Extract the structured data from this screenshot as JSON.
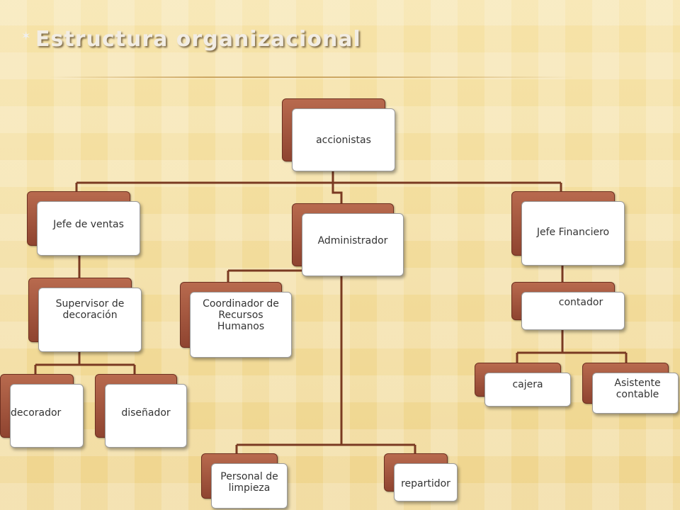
{
  "title": "Estructura organizacional",
  "nodes": {
    "accionistas": "accionistas",
    "jefe_ventas": "Jefe de ventas",
    "administrador": "Administrador",
    "jefe_financiero": "Jefe Financiero",
    "supervisor": "Supervisor de decoración",
    "coordinador": "Coordinador de Recursos Humanos",
    "contador": "contador",
    "decorador": "decorador",
    "disenador": "diseñador",
    "cajera": "cajera",
    "asistente": "Asistente contable",
    "limpieza": "Personal de limpieza",
    "repartidor": "repartidor"
  },
  "colors": {
    "connector": "#7a3a22",
    "box_back": "#a35a40",
    "title": "#f2ede4"
  }
}
